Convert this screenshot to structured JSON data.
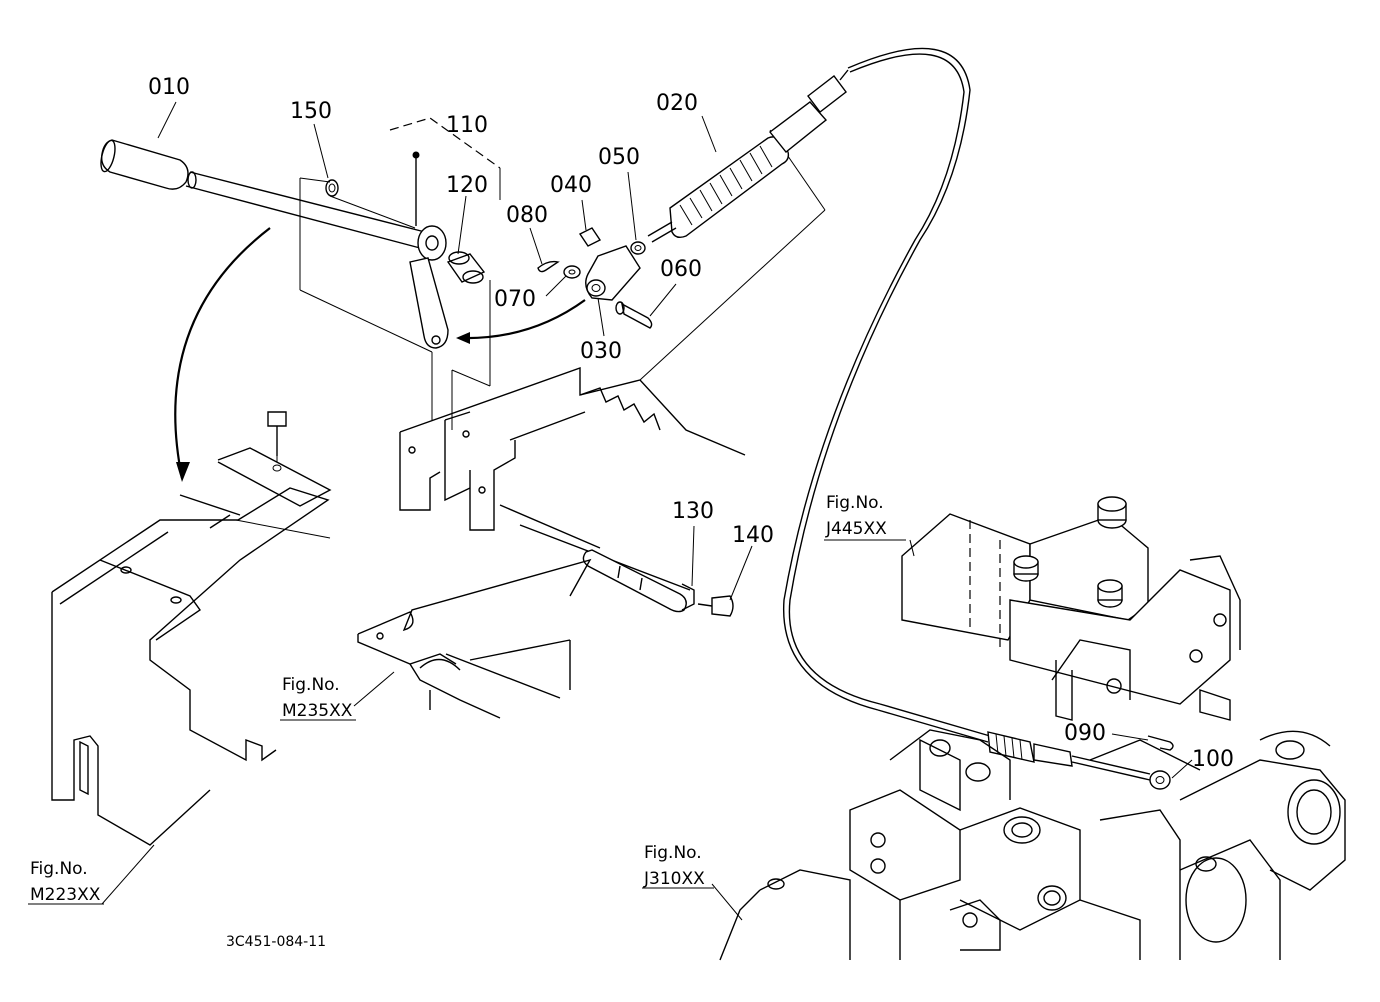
{
  "parts": [
    {
      "id": "010",
      "label": "010"
    },
    {
      "id": "150",
      "label": "150"
    },
    {
      "id": "110",
      "label": "110"
    },
    {
      "id": "120",
      "label": "120"
    },
    {
      "id": "080",
      "label": "080"
    },
    {
      "id": "040",
      "label": "040"
    },
    {
      "id": "050",
      "label": "050"
    },
    {
      "id": "020",
      "label": "020"
    },
    {
      "id": "060",
      "label": "060"
    },
    {
      "id": "070",
      "label": "070"
    },
    {
      "id": "030",
      "label": "030"
    },
    {
      "id": "130",
      "label": "130"
    },
    {
      "id": "140",
      "label": "140"
    },
    {
      "id": "090",
      "label": "090"
    },
    {
      "id": "100",
      "label": "100"
    }
  ],
  "figure_refs": [
    {
      "id": "j445",
      "caption": "Fig.No.",
      "code": "J445XX"
    },
    {
      "id": "m235",
      "caption": "Fig.No.",
      "code": "M235XX"
    },
    {
      "id": "m223",
      "caption": "Fig.No.",
      "code": "M223XX"
    },
    {
      "id": "j310",
      "caption": "Fig.No.",
      "code": "J310XX"
    }
  ],
  "drawing_code": "3C451-084-11"
}
